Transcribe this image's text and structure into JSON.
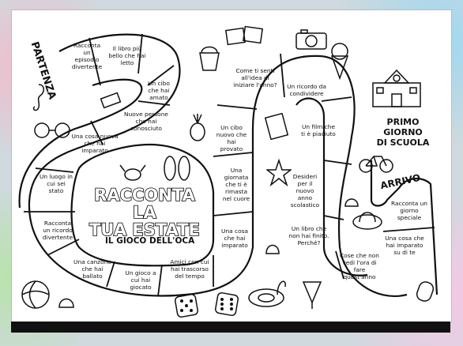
{
  "game": {
    "title_line1": "RACCONTA LA",
    "title_line2": "TUA ESTATE",
    "subtitle": "IL GIOCO DELL'OCA",
    "start_label": "PARTENZA",
    "finish_label": "ARRIVO",
    "destination_line1": "PRIMO GIORNO",
    "destination_line2": "DI SCUOLA"
  },
  "cells": [
    {
      "id": "c1",
      "text": "Racconta un episodio divertente"
    },
    {
      "id": "c2",
      "text": "Il libro più bello che hai letto"
    },
    {
      "id": "c3",
      "text": "Un cibo che hai amato"
    },
    {
      "id": "c4",
      "text": "Nuove persone che hai conosciuto"
    },
    {
      "id": "c5",
      "text": "Una cosa nuova che hai imparato"
    },
    {
      "id": "c6",
      "text": "Un luogo in cui sei stato"
    },
    {
      "id": "c7",
      "text": "Racconta un ricordo divertente"
    },
    {
      "id": "c8",
      "text": "Una canzone che hai ballato"
    },
    {
      "id": "c9",
      "text": "Un gioco a cui hai giocato"
    },
    {
      "id": "c10",
      "text": "Amici con cui hai trascorso del tempo"
    },
    {
      "id": "c11",
      "text": "Una cosa che hai imparato"
    },
    {
      "id": "c12",
      "text": "Una giornata che ti è rimasta nel cuore"
    },
    {
      "id": "c13",
      "text": "Un cibo nuovo che hai provato"
    },
    {
      "id": "c14",
      "text": "Come ti senti all'idea di iniziare l'anno?"
    },
    {
      "id": "c15",
      "text": "Un ricordo da condividere"
    },
    {
      "id": "c16",
      "text": "Un film che ti è piaciuto"
    },
    {
      "id": "c17",
      "text": "Desideri per il nuovo anno scolastico"
    },
    {
      "id": "c18",
      "text": "Un libro che non hai finito. Perché?"
    },
    {
      "id": "c19",
      "text": "Cose che non vedi l'ora di fare quest'anno"
    },
    {
      "id": "c20",
      "text": "Una cosa che hai imparato su di te"
    },
    {
      "id": "c21",
      "text": "Racconta un giorno speciale"
    }
  ]
}
